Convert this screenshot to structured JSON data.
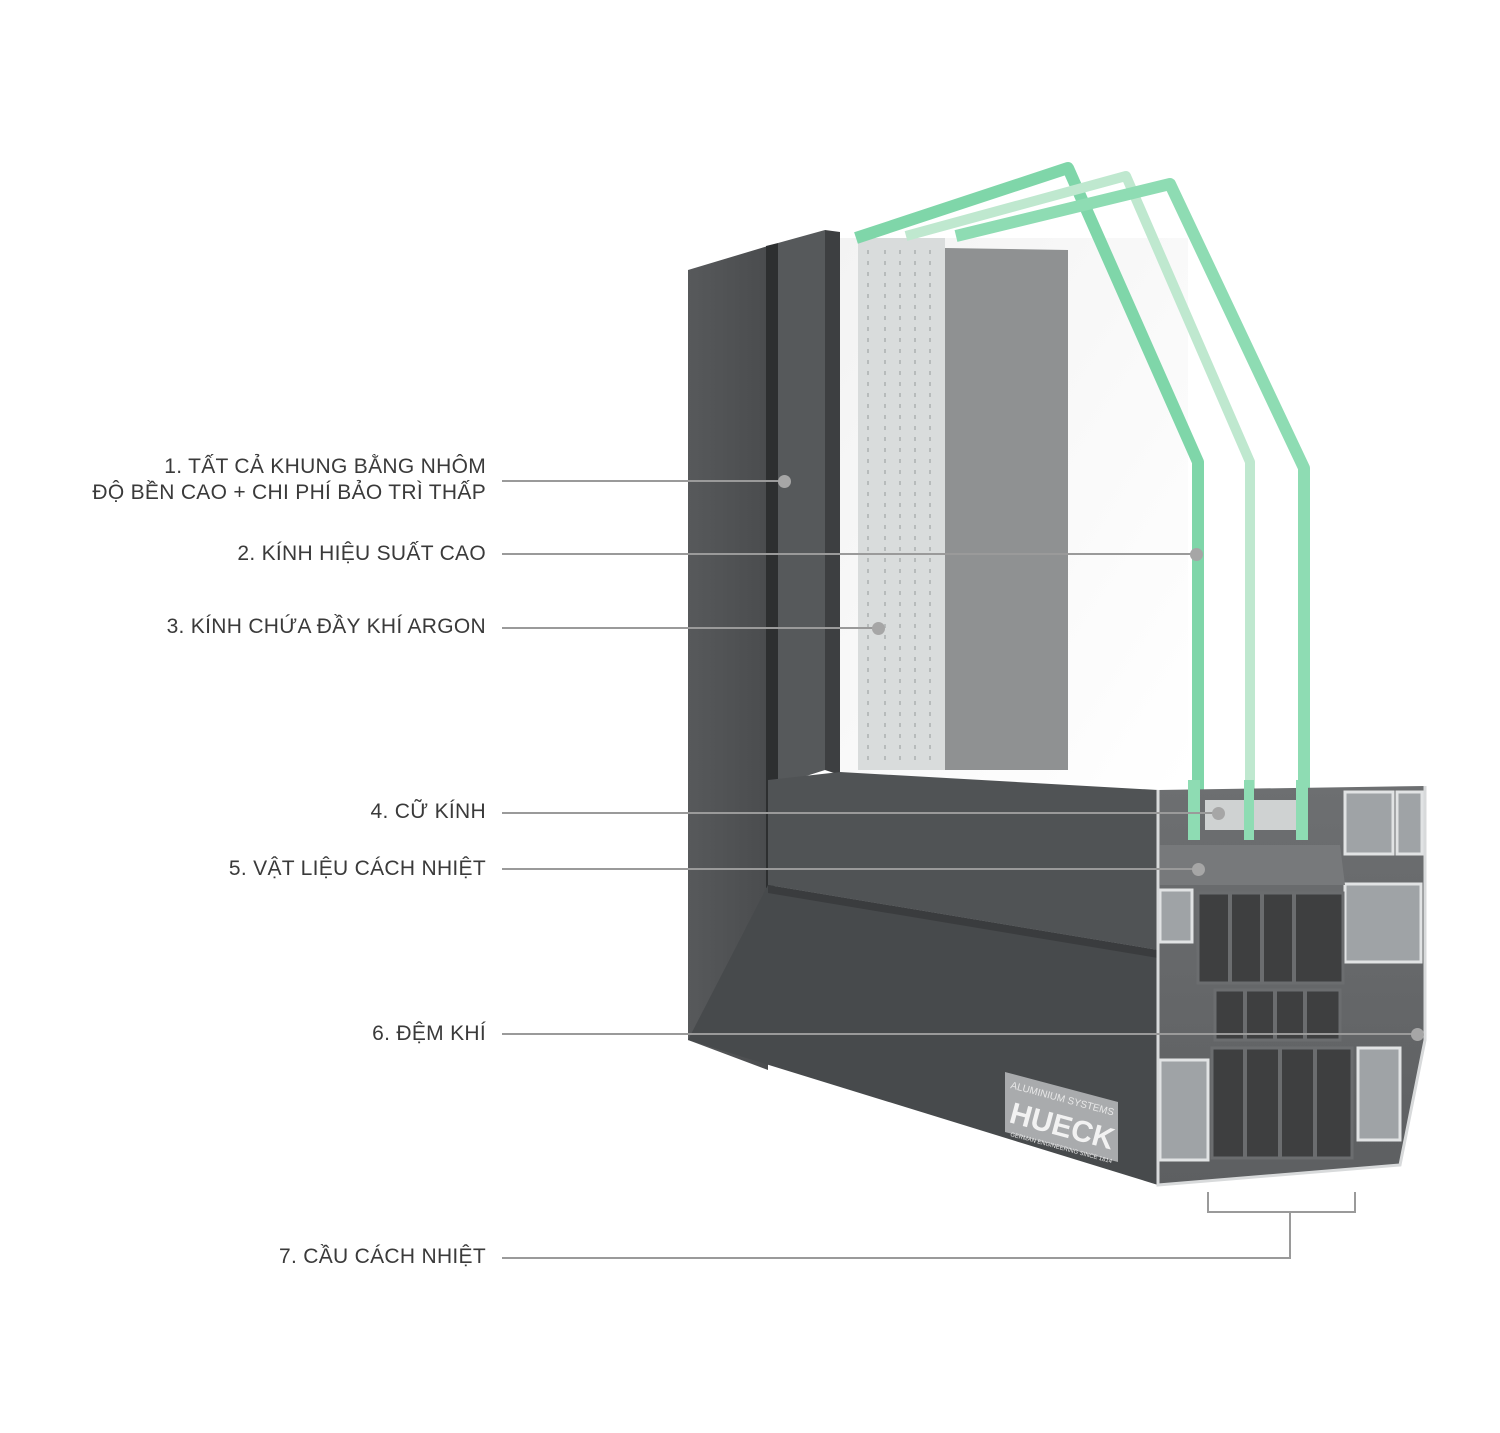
{
  "labels": [
    {
      "id": "1",
      "lines": [
        "1. TẤT CẢ KHUNG BẰNG NHÔM",
        "ĐỘ BỀN CAO + CHI PHÍ BẢO TRÌ THẤP"
      ]
    },
    {
      "id": "2",
      "lines": [
        "2. KÍNH HIỆU SUẤT CAO"
      ]
    },
    {
      "id": "3",
      "lines": [
        "3. KÍNH CHỨA ĐẦY KHÍ ARGON"
      ]
    },
    {
      "id": "4",
      "lines": [
        "4. CỮ KÍNH"
      ]
    },
    {
      "id": "5",
      "lines": [
        "5. VẬT LIỆU CÁCH NHIỆT"
      ]
    },
    {
      "id": "6",
      "lines": [
        "6. ĐỆM KHÍ"
      ]
    },
    {
      "id": "7",
      "lines": [
        "7. CẦU CÁCH NHIỆT"
      ]
    }
  ],
  "badge": {
    "top": "ALUMINIUM SYSTEMS",
    "brand": "HUECK",
    "bottom": "GERMAN ENGINEERING SINCE 1814"
  },
  "colors": {
    "frame": "#4f5254",
    "glass_edge": "#7fd6a9",
    "leader": "#9a9a9a",
    "text": "#3a3a3a"
  }
}
